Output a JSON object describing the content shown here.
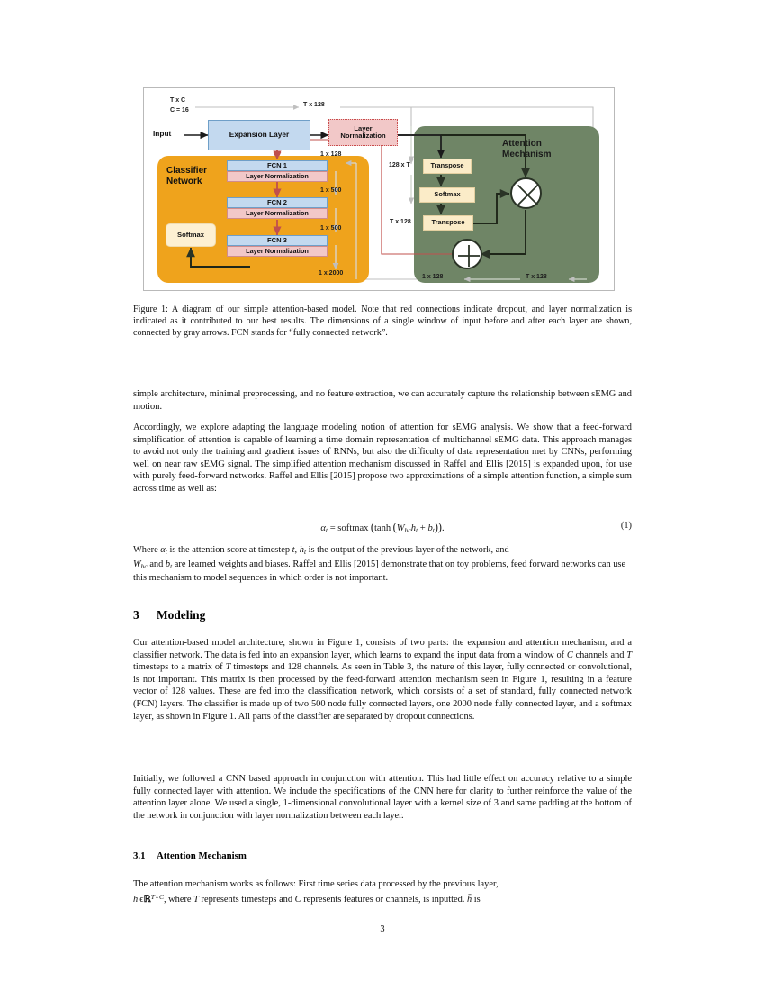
{
  "figure": {
    "name": "attention-model-diagram",
    "colors": {
      "classifier_panel": "#efa31c",
      "attention_panel": "#6f8566",
      "fcn_box": "#c3d9ef",
      "layernorm_box": "#f2c8c8",
      "transpose_box": "#fbecc8",
      "softmax_box": "#fdf0d2",
      "dropout_arrow": "#c0504d",
      "dim_arrow": "#bfbfbf",
      "main_arrow": "#1a1a1a"
    },
    "input_label": "Input",
    "dims": {
      "txc": "T x C",
      "c16": "C = 16",
      "t128_top": "T x 128",
      "one_128_a": "1 x 128",
      "one_500_a": "1 x 500",
      "one_500_b": "1 x 500",
      "one_2000": "1 x 2000",
      "t128_left": "128 x T",
      "t128_mid": "T x 128",
      "one_128_b": "1 x 128",
      "t128_bottom": "T x 128"
    },
    "blocks": {
      "expansion_layer": "Expansion Layer",
      "layer_normalization_top_line1": "Layer",
      "layer_normalization_top_line2": "Normalization",
      "classifier_title_line1": "Classifier",
      "classifier_title_line2": "Network",
      "attention_title_line1": "Attention",
      "attention_title_line2": "Mechanism",
      "fcn1": "FCN 1",
      "fcn2": "FCN 2",
      "fcn3": "FCN 3",
      "layer_norm": "Layer Normalization",
      "softmax_classifier": "Softmax",
      "transpose_1": "Transpose",
      "softmax_attention": "Softmax",
      "transpose_2": "Transpose",
      "multiply_symbol": "×",
      "add_symbol": "+"
    }
  },
  "caption": {
    "text": "Figure 1: A diagram of our simple attention-based model. Note that red connections indicate dropout, and layer normalization is indicated as it contributed to our best results. The dimensions of a single window of input before and after each layer are shown, connected by gray arrows. FCN stands for “fully connected network”."
  },
  "body": {
    "para_continued": "simple architecture, minimal preprocessing, and no feature extraction, we can accurately capture the relationship between sEMG and motion.",
    "para_accordingly": "Accordingly, we explore adapting the language modeling notion of attention for sEMG analysis. We show that a feed-forward simplification of attention is capable of learning a time domain representation of multichannel sEMG data. This approach manages to avoid not only the training and gradient issues of RNNs, but also the difficulty of data representation met by CNNs, performing well on near raw sEMG signal. The simplified attention mechanism discussed in Raffel and Ellis [2015] is expanded upon, for use with purely feed-forward networks. Raffel and Ellis [2015] propose two approximations of a simple attention function, a simple sum across time as well as:",
    "equation_number": "(1)",
    "para_where_1": "Where ",
    "para_where_2": " is the attention score at timestep ",
    "para_where_3": ", ",
    "para_where_4": " is the output of the previous layer of the network, and",
    "para_where_line2_a": " and ",
    "para_where_line2_b": " are learned weights and biases. Raffel and Ellis [2015] demonstrate that on toy problems, feed forward networks can use this mechanism to model sequences in which order is not important.",
    "section_3_num": "3",
    "section_3_title": "Modeling",
    "para_modeling": "Our attention-based model architecture, shown in Figure 1, consists of two parts: the expansion and attention mechanism, and a classifier network. The data is fed into an expansion layer, which learns to expand the input data from a window of C channels and T timesteps to a matrix of T timesteps and 128 channels. As seen in Table 3, the nature of this layer, fully connected or convolutional, is not important. This matrix is then processed by the feed-forward attention mechanism seen in Figure 1, resulting in a feature vector of 128 values. These are fed into the classification network, which consists of a set of standard, fully connected network (FCN) layers. The classifier is made up of two 500 node fully connected layers, one 2000 node fully connected layer, and a softmax layer, as shown in Figure 1. All parts of the classifier are separated by dropout connections.",
    "para_initially": "Initially, we followed a CNN based approach in conjunction with attention. This had little effect on accuracy relative to a simple fully connected layer with attention. We include the specifications of the CNN here for clarity to further reinforce the value of the attention layer alone. We used a single, 1-dimensional convolutional layer with a kernel size of 3 and same padding at the bottom of the network in conjunction with layer normalization between each layer.",
    "section_31_num": "3.1",
    "section_31_title": "Attention Mechanism",
    "para_attention_1": "The attention mechanism works as follows: First time series data processed by the previous layer,",
    "para_attention_2a": ", where ",
    "para_attention_2b": " represents timesteps and ",
    "para_attention_2c": " represents features or channels, is inputted. ",
    "para_attention_2d": " is"
  },
  "page_number": "3"
}
